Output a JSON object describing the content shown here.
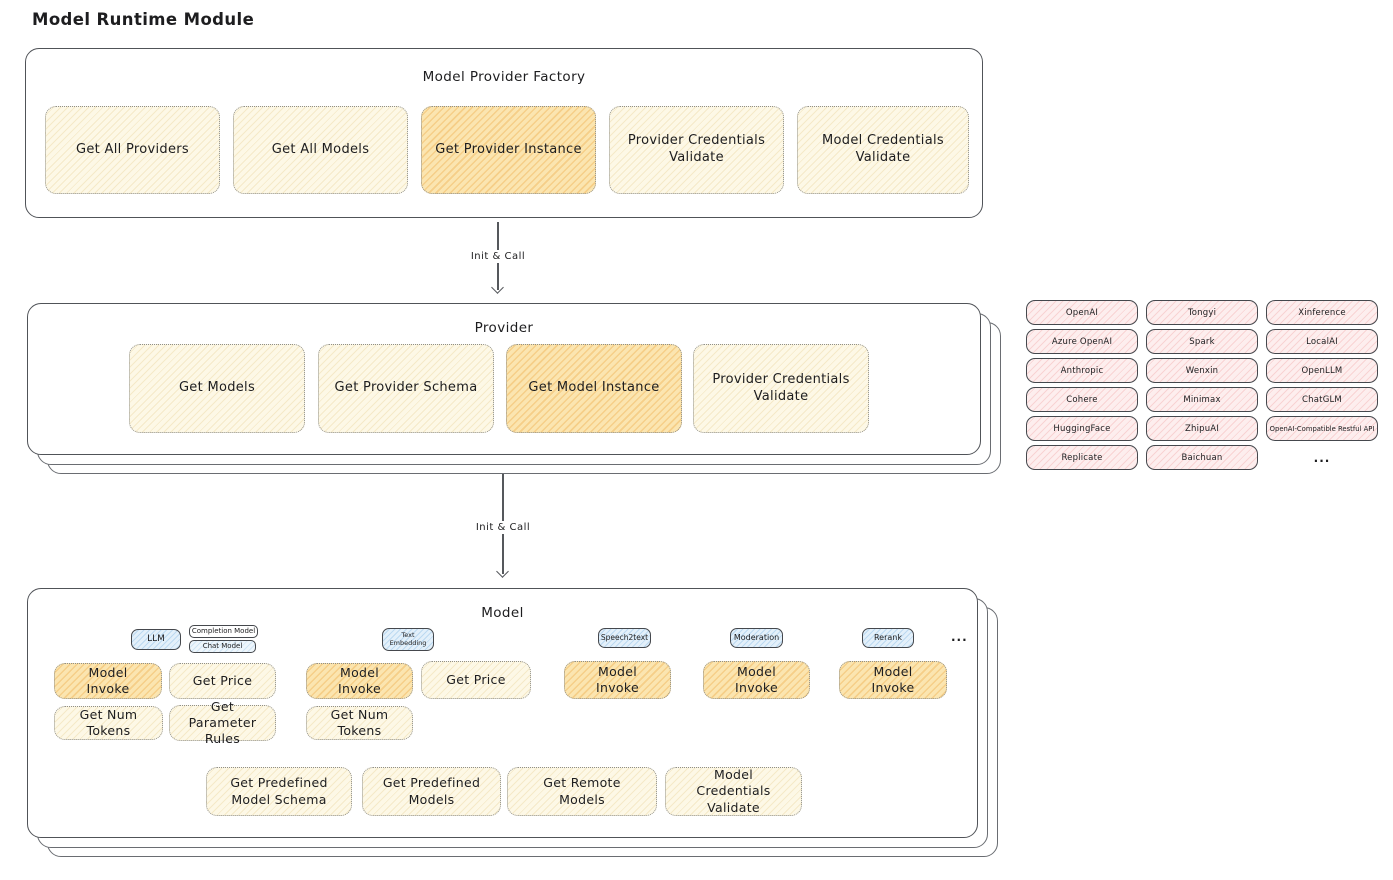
{
  "page_title": "Model Runtime Module",
  "colors": {
    "cream_fill": "#fdf8e6",
    "orange_highlight_fill": "#fbe5b0",
    "pink_fill": "#fdeeee",
    "blue_tag_fill": "#e3f0fa",
    "box_border": "#505358",
    "dotted_border": "#8f8f8a",
    "text": "#1d1d1f"
  },
  "factory": {
    "title": "Model Provider Factory",
    "boxes": [
      {
        "label": "Get All Providers",
        "highlight": false
      },
      {
        "label": "Get All Models",
        "highlight": false
      },
      {
        "label": "Get Provider Instance",
        "highlight": true
      },
      {
        "label": "Provider Credentials Validate",
        "highlight": false
      },
      {
        "label": "Model Credentials Validate",
        "highlight": false
      }
    ]
  },
  "arrow1": {
    "label": "Init & Call"
  },
  "provider": {
    "title": "Provider",
    "boxes": [
      {
        "label": "Get Models",
        "highlight": false
      },
      {
        "label": "Get Provider Schema",
        "highlight": false
      },
      {
        "label": "Get Model Instance",
        "highlight": true
      },
      {
        "label": "Provider Credentials Validate",
        "highlight": false
      }
    ]
  },
  "providers_list": {
    "items": [
      "OpenAI",
      "Tongyi",
      "Xinference",
      "Azure OpenAI",
      "Spark",
      "LocalAI",
      "Anthropic",
      "Wenxin",
      "OpenLLM",
      "Cohere",
      "Minimax",
      "ChatGLM",
      "HuggingFace",
      "ZhipuAI",
      "OpenAI-Compatible Restful API",
      "Replicate",
      "Baichuan"
    ],
    "more": "..."
  },
  "arrow2": {
    "label": "Init & Call"
  },
  "model": {
    "title": "Model",
    "tags": {
      "llm": "LLM",
      "completion": "Completion Model",
      "chat": "Chat Model",
      "text_embedding": "Text Embedding",
      "speech2text": "Speech2text",
      "moderation": "Moderation",
      "rerank": "Rerank",
      "more": "..."
    },
    "llm_group": {
      "model_invoke": "Model Invoke",
      "get_price": "Get Price",
      "get_num_tokens": "Get Num Tokens",
      "get_parameter_rules": "Get Parameter Rules"
    },
    "embedding_group": {
      "model_invoke": "Model Invoke",
      "get_price": "Get Price",
      "get_num_tokens": "Get Num Tokens"
    },
    "speech2text_group": {
      "model_invoke": "Model Invoke"
    },
    "moderation_group": {
      "model_invoke": "Model Invoke"
    },
    "rerank_group": {
      "model_invoke": "Model Invoke"
    },
    "bottom_row": [
      "Get Predefined Model Schema",
      "Get Predefined Models",
      "Get Remote Models",
      "Model Credentials Validate"
    ]
  }
}
